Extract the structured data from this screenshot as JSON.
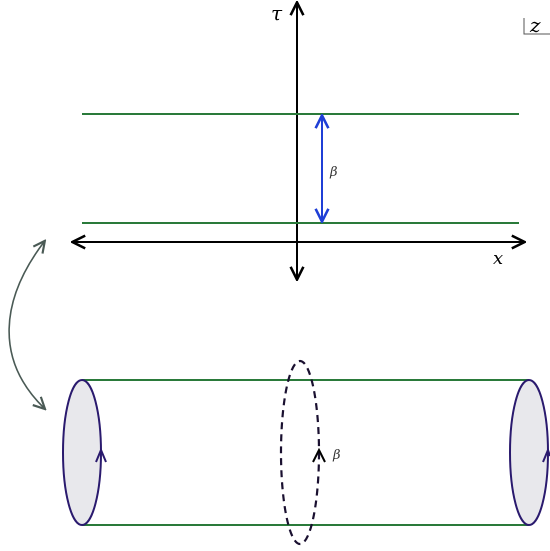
{
  "labels": {
    "tau": "τ",
    "x": "x",
    "z": "z",
    "beta_top": "β",
    "beta_bottom": "β"
  },
  "colors": {
    "axes": "#000000",
    "lines": "#2a7a3a",
    "beta_arrow": "#1f3fd6",
    "disk_fill": "#e8e8ec",
    "disk_edge": "#2a1a6e",
    "dashed_circle": "#1a1030",
    "curved_arrow": "#4a5a55"
  },
  "icons": {
    "curved_arrow": "double-headed-curved-arrow"
  }
}
